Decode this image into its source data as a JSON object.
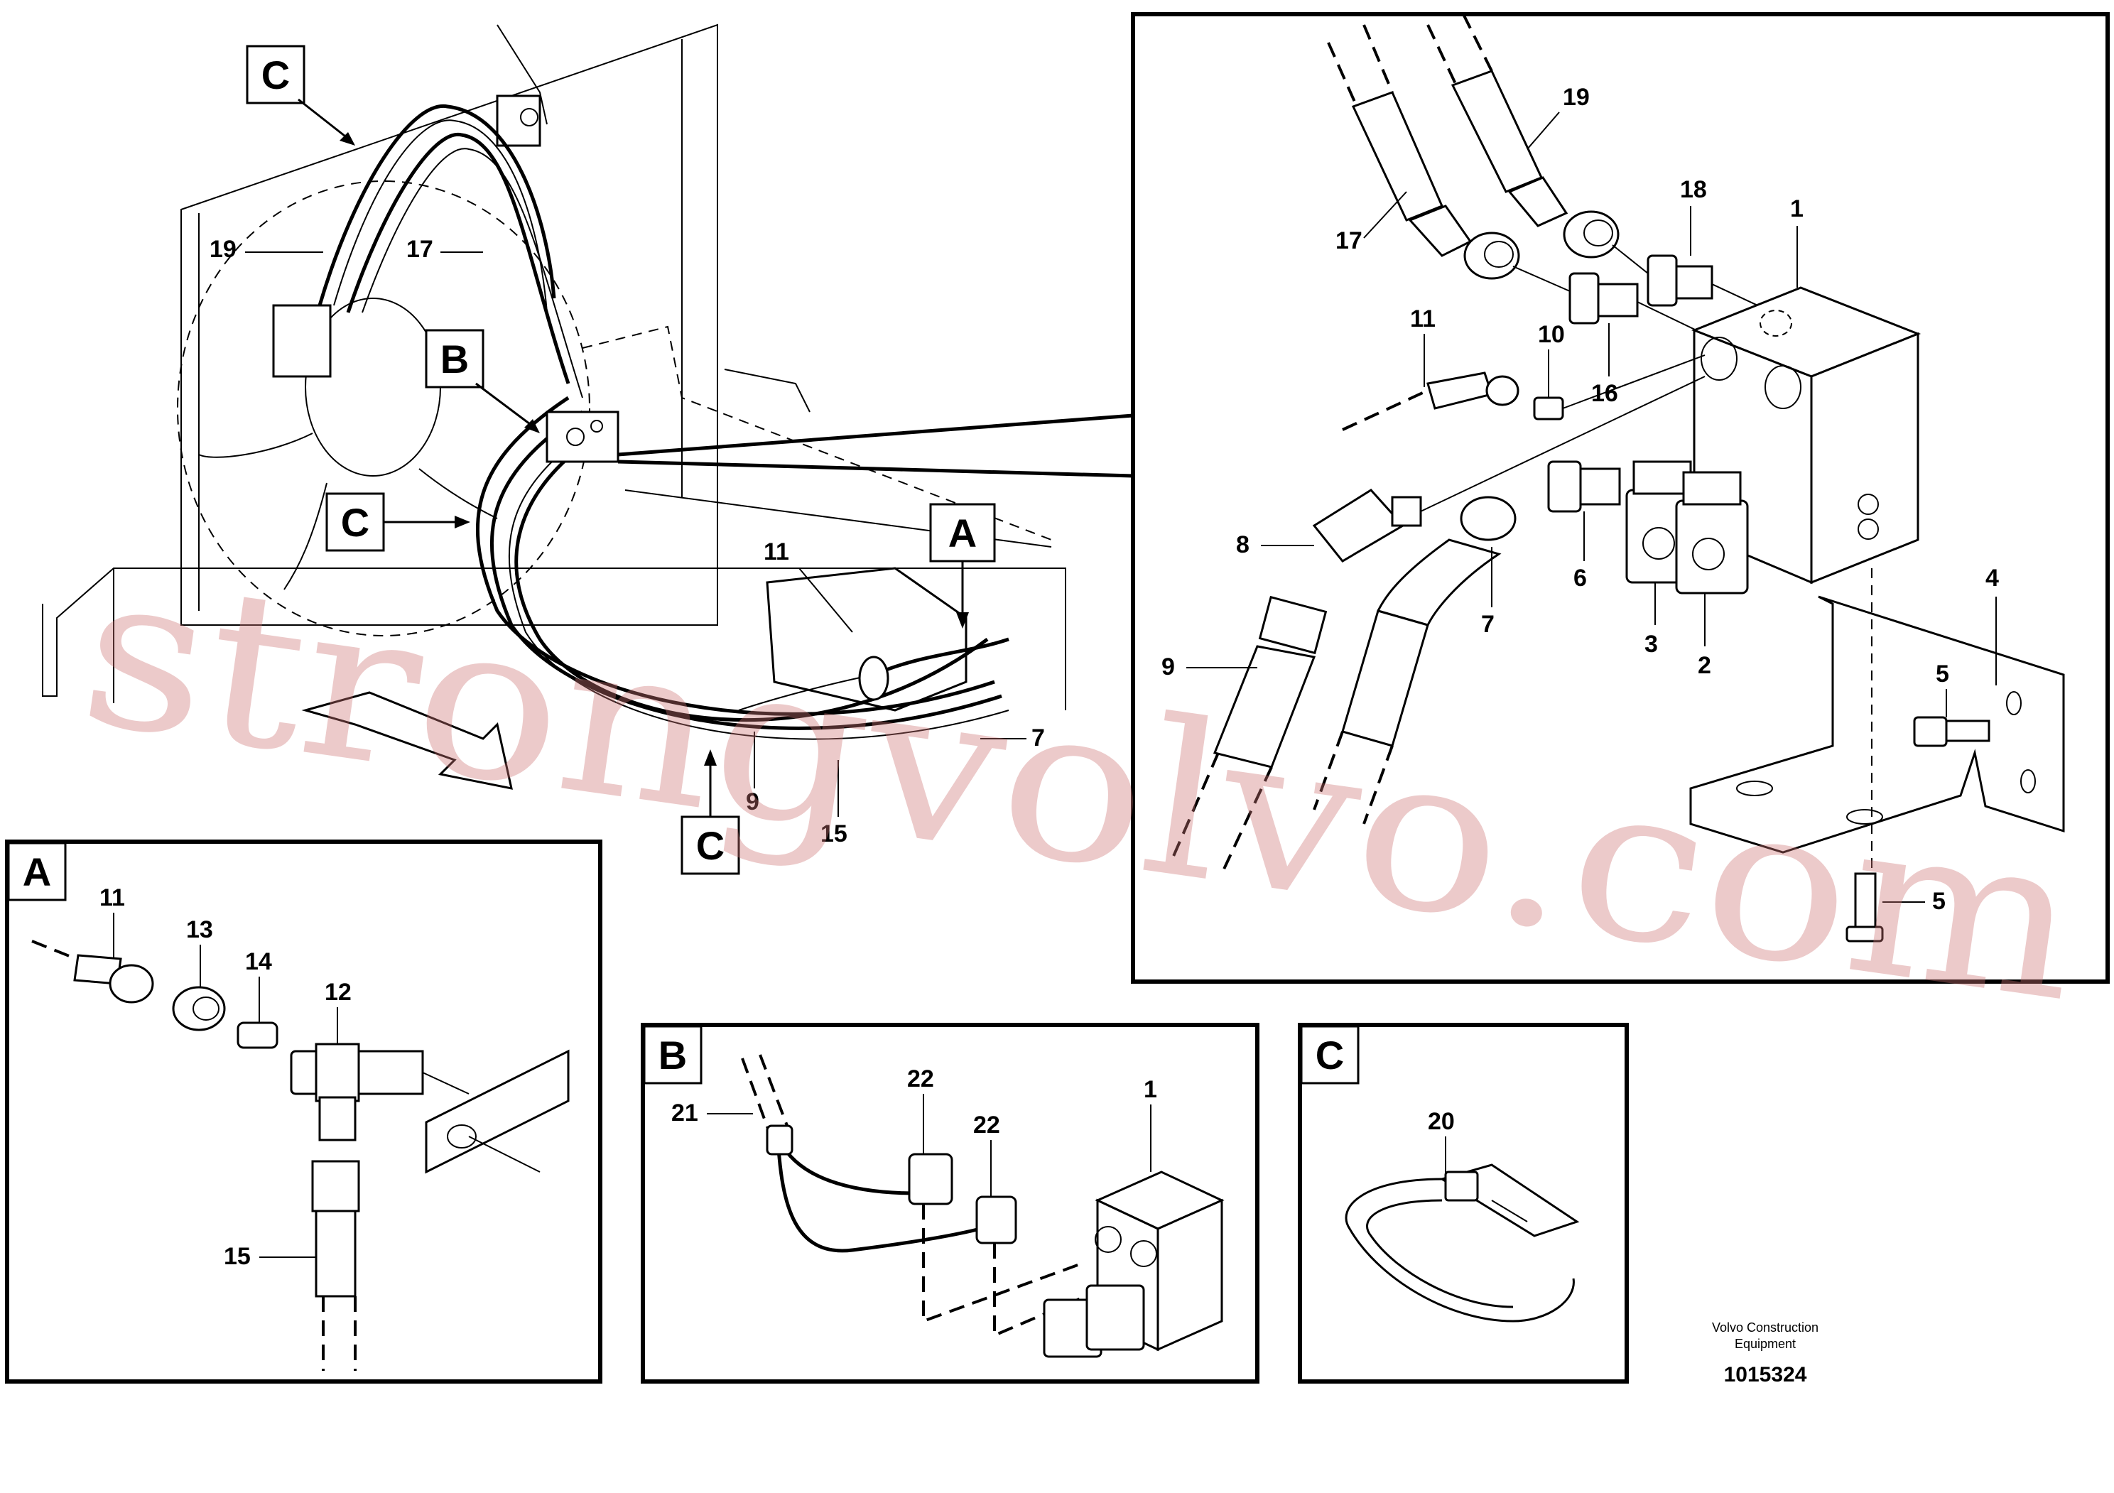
{
  "views": {
    "main": {
      "title": "",
      "callouts": [
        "C",
        "B",
        "C",
        "A",
        "C"
      ]
    },
    "detail_top": {
      "title": ""
    },
    "A": {
      "letter": "A"
    },
    "B": {
      "letter": "B"
    },
    "C": {
      "letter": "C"
    }
  },
  "labels": {
    "main": [
      "19",
      "17",
      "11",
      "9",
      "15",
      "7"
    ],
    "top": [
      "19",
      "17",
      "18",
      "1",
      "11",
      "10",
      "16",
      "8",
      "7",
      "6",
      "3",
      "2",
      "9",
      "4",
      "5",
      "5"
    ],
    "A": [
      "11",
      "13",
      "14",
      "12",
      "15"
    ],
    "B": [
      "21",
      "22",
      "22",
      "1"
    ],
    "C": [
      "20"
    ]
  },
  "footer": {
    "maker_line1": "Volvo Construction",
    "maker_line2": "Equipment",
    "drawing_number": "1015324"
  },
  "watermark": "strongvolvo.com",
  "colors": {
    "line": "#000000",
    "watermark": "#cd7373"
  }
}
